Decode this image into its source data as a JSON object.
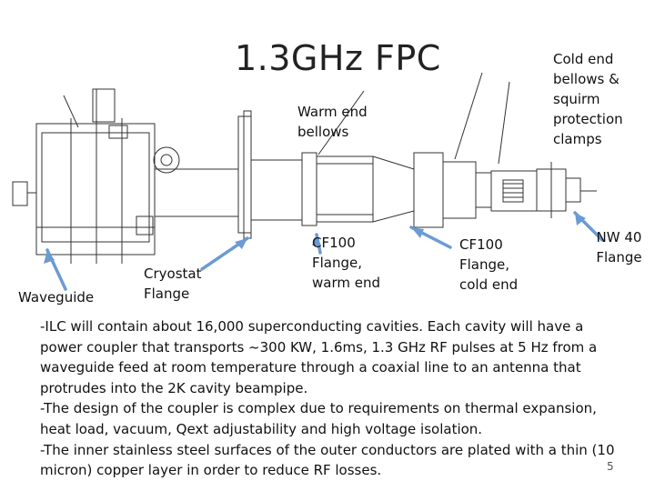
{
  "slide": {
    "title": "1.3GHz FPC",
    "page_number": "5"
  },
  "labels": {
    "cold_end_bellows": "Cold end bellows & squirm protection clamps",
    "warm_end_bellows": "Warm end bellows",
    "waveguide": "Waveguide",
    "cryostat_flange": "Cryostat Flange",
    "cf100_warm": "CF100 Flange, warm end",
    "cf100_cold": "CF100 Flange, cold end",
    "nw40": "NW 40 Flange"
  },
  "body": {
    "p1": "-ILC will contain about 16,000 superconducting cavities. Each cavity will have a power coupler that transports ~300 KW, 1.6ms, 1.3 GHz RF pulses at 5 Hz from a waveguide feed at room temperature through a coaxial line to an antenna that protrudes into the 2K cavity beampipe.",
    "p2": "-The design of the coupler is complex due to requirements on thermal expansion, heat load, vacuum, Qext adjustability and high voltage isolation.",
    "p3": "-The inner stainless steel surfaces of the outer conductors are plated with a thin (10 micron) copper layer in order to reduce RF losses."
  },
  "colors": {
    "arrow": "#6b9bd2",
    "drawing_line": "#333333"
  }
}
